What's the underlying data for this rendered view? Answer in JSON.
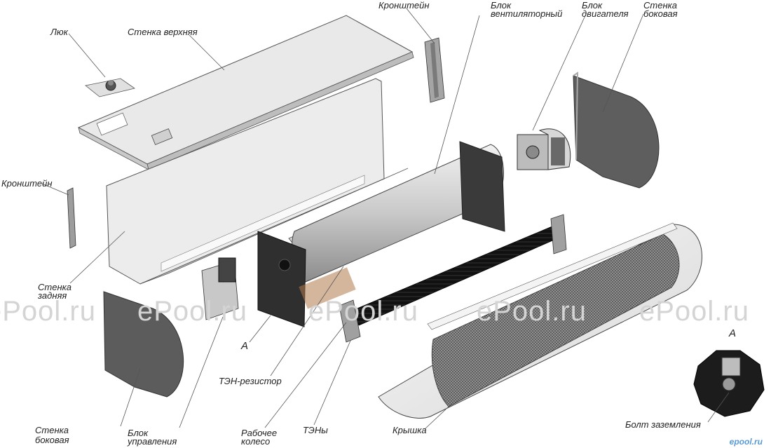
{
  "labels": {
    "lyuk": "Люк",
    "stenka_verkhnyaya": "Стенка верхняя",
    "kronshtein_top": "Кронштейн",
    "blok_vent_1": "Блок",
    "blok_vent_2": "вентиляторный",
    "blok_dvig_1": "Блок",
    "blok_dvig_2": "двигателя",
    "stenka_bok_top_1": "Стенка",
    "stenka_bok_top_2": "боковая",
    "kronshtein_left": "Кронштейн",
    "stenka_zad_1": "Стенка",
    "stenka_zad_2": "задняя",
    "a_marker": "А",
    "ten_rezistor": "ТЭН-резистор",
    "stenka_bok_bottom_1": "Стенка",
    "stenka_bok_bottom_2": "боковая",
    "blok_upr_1": "Блок",
    "blok_upr_2": "управления",
    "rab_koleso_1": "Рабочее",
    "rab_koleso_2": "колесо",
    "teny": "ТЭНы",
    "kryshka": "Крышка",
    "detail_a": "А",
    "bolt": "Болт заземления"
  },
  "watermarks": [
    "ePool.ru",
    "ePool.ru",
    "ePool.ru",
    "ePool.ru",
    "ePool.ru"
  ],
  "corner_mark": "epool.ru",
  "colors": {
    "sheet_light": "#e6e6e6",
    "sheet_mid": "#cfcfcf",
    "sheet_dark": "#6b6b6b",
    "frame_dark": "#3a3a3a",
    "leader": "#555555"
  }
}
